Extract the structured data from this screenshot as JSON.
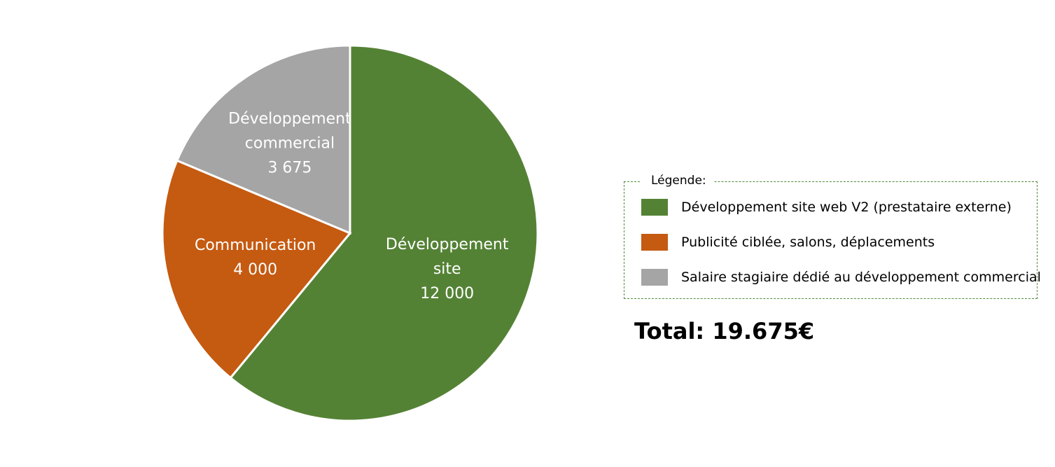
{
  "chart_data": {
    "type": "pie",
    "slices": [
      {
        "category": "Développement site",
        "label_lines": [
          "Développement",
          "site",
          "12 000"
        ],
        "value": 12000,
        "color": "#548235"
      },
      {
        "category": "Communication",
        "label_lines": [
          "Communication",
          "4 000"
        ],
        "value": 4000,
        "color": "#C55A11"
      },
      {
        "category": "Développement commercial",
        "label_lines": [
          "Développement",
          "commercial",
          "3 675"
        ],
        "value": 3675,
        "color": "#A5A5A5"
      }
    ],
    "start_angle_deg": 0,
    "direction": "clockwise",
    "legend": {
      "title": "Légende:",
      "placement": "right",
      "items": [
        {
          "label": "Développement site web V2 (prestataire externe)",
          "color": "#548235"
        },
        {
          "label": "Publicité ciblée, salons, déplacements",
          "color": "#C55A11"
        },
        {
          "label": "Salaire stagiaire dédié au développement commercial",
          "color": "#A5A5A5"
        }
      ]
    },
    "total_text": "Total: 19.675€"
  }
}
